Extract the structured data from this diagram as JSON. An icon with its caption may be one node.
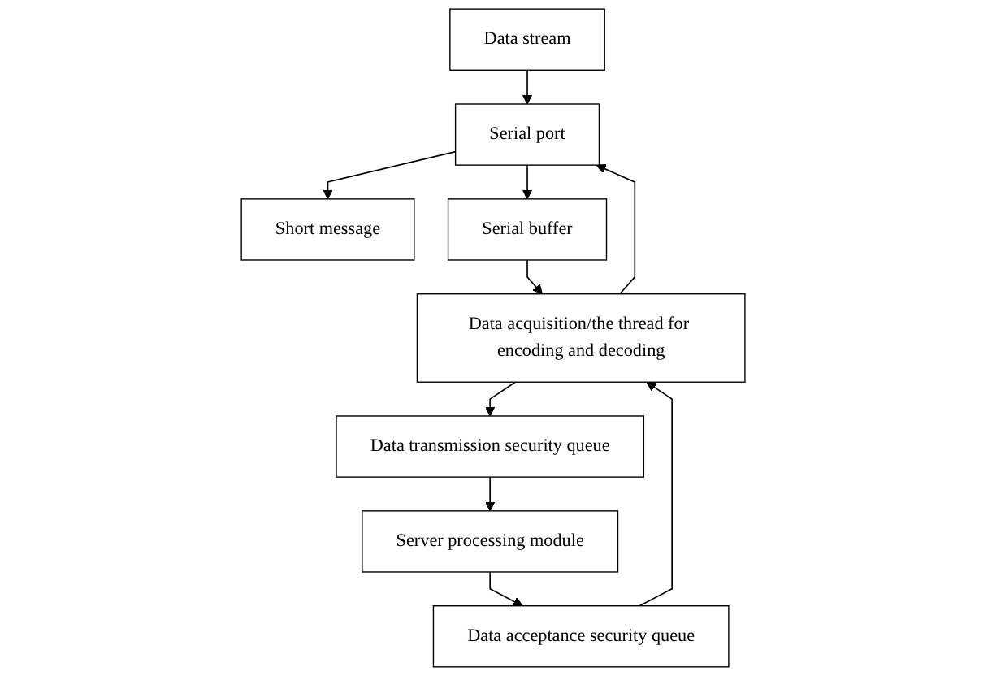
{
  "diagram": {
    "nodes": [
      {
        "text": [
          "Data stream"
        ]
      },
      {
        "text": [
          "Short message"
        ]
      },
      {
        "text": [
          "Serial port"
        ]
      },
      {
        "text": [
          "Serial buffer"
        ]
      },
      {
        "text": [
          "Data acquisition/the thread for encoding and decoding"
        ]
      },
      {
        "text": [
          "Data transmission security queue"
        ]
      },
      {
        "text": [
          "Data acceptance security queue"
        ]
      },
      {
        "text": [
          "Server processing module"
        ]
      }
    ],
    "edges": [
      {
        "from": 0,
        "to": 2,
        "arrow": "to"
      },
      {
        "from": 2,
        "to": 1,
        "arrow": "to"
      },
      {
        "from": 2,
        "to": 3,
        "arrow": "to"
      },
      {
        "from": 3,
        "to": 4,
        "arrow": "to"
      },
      {
        "from": 4,
        "to": 2,
        "arrow": "to"
      },
      {
        "from": 4,
        "to": 5,
        "arrow": "to"
      },
      {
        "from": 5,
        "to": 7,
        "arrow": "to"
      },
      {
        "from": 7,
        "to": 6,
        "arrow": "to"
      },
      {
        "from": 6,
        "to": 4,
        "arrow": "to"
      }
    ]
  }
}
